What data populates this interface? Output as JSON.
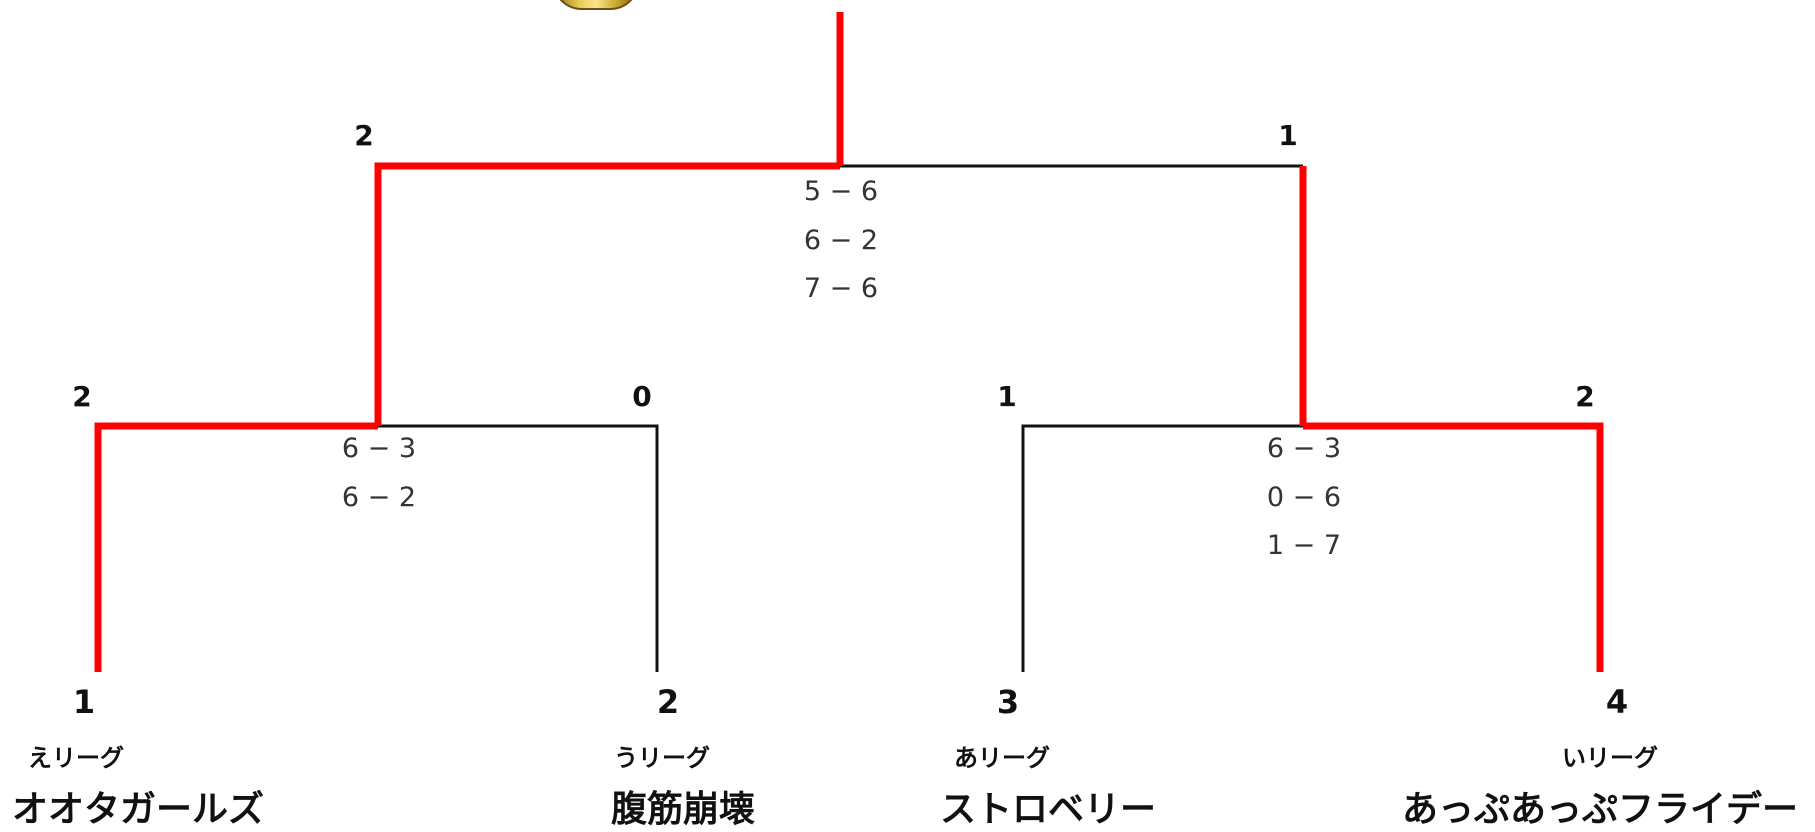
{
  "colors": {
    "winner_line": "#ff0000",
    "line": "#111111",
    "trophy": "#d4b53c"
  },
  "trophy_icon": "trophy-icon",
  "final": {
    "left_score": "2",
    "right_score": "1",
    "sets": [
      "5 − 6",
      "6 − 2",
      "7 − 6"
    ]
  },
  "semifinals": [
    {
      "left_score": "2",
      "right_score": "0",
      "sets": [
        "6 − 3",
        "6 − 2"
      ]
    },
    {
      "left_score": "1",
      "right_score": "2",
      "sets": [
        "6 − 3",
        "0 − 6",
        "1 − 7"
      ]
    }
  ],
  "teams": [
    {
      "seed": "1",
      "league": "えリーグ",
      "name": "オオタガールズ"
    },
    {
      "seed": "2",
      "league": "うリーグ",
      "name": "腹筋崩壊"
    },
    {
      "seed": "3",
      "league": "あリーグ",
      "name": "ストロベリー"
    },
    {
      "seed": "4",
      "league": "いリーグ",
      "name": "あっぷあっぷフライデー"
    }
  ]
}
